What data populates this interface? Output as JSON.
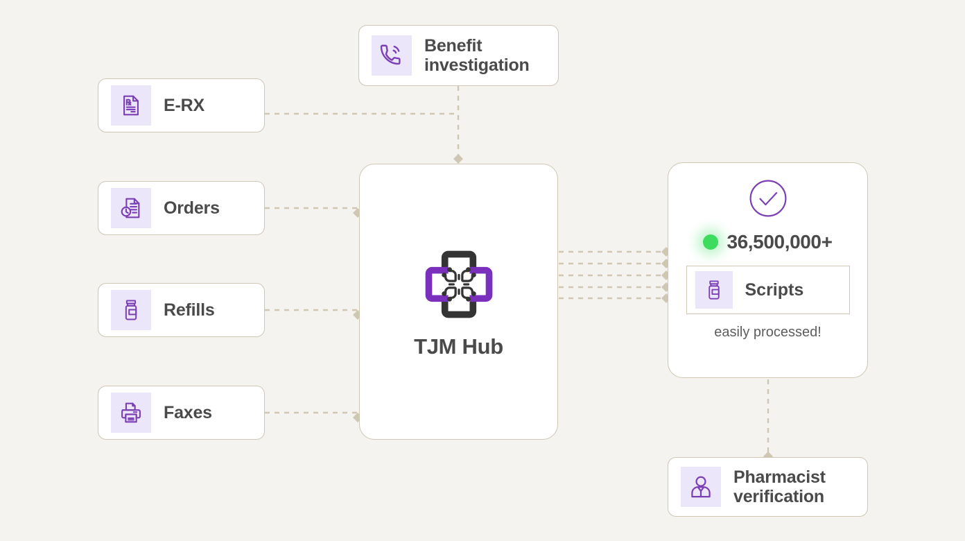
{
  "theme": {
    "background": "#f5f3ef",
    "card_background": "#ffffff",
    "card_border": "#cfc6b4",
    "icon_tile_background": "#ece6fb",
    "icon_stroke": "#7b3fb5",
    "text_primary": "#4a4a4a",
    "text_secondary": "#5d5d5d",
    "connector": "#cfc6b4",
    "accent_green": "#3ddc5f",
    "logo_dark": "#343434",
    "logo_purple": "#7b2fbd"
  },
  "diagram": {
    "type": "flow",
    "title": "TJM Hub script intake and processing flow",
    "inputs": [
      {
        "id": "benefit",
        "label": "Benefit\ninvestigation",
        "icon": "phone-call-icon"
      },
      {
        "id": "erx",
        "label": "E-RX",
        "icon": "prescription-document-icon"
      },
      {
        "id": "orders",
        "label": "Orders",
        "icon": "document-clock-icon"
      },
      {
        "id": "refills",
        "label": "Refills",
        "icon": "pill-bottle-icon"
      },
      {
        "id": "faxes",
        "label": "Faxes",
        "icon": "printer-fax-icon"
      }
    ],
    "hub": {
      "id": "hub",
      "title": "TJM Hub",
      "logo": "medical-cross-circuit-logo"
    },
    "results": {
      "id": "results",
      "status_icon": "check-circle-icon",
      "count": "36,500,000+",
      "status_dot": "green-status-dot",
      "item_label": "Scripts",
      "item_icon": "pill-bottle-icon",
      "note": "easily processed!"
    },
    "output": {
      "id": "pharmacist",
      "label": "Pharmacist\nverification",
      "icon": "pharmacist-person-icon"
    },
    "connectors": [
      {
        "from": "benefit",
        "to": "hub",
        "style": "dashed",
        "endpoint": "diamond"
      },
      {
        "from": "erx",
        "to": "hub",
        "style": "dashed",
        "endpoint": "diamond"
      },
      {
        "from": "orders",
        "to": "hub",
        "style": "dashed",
        "endpoint": "diamond"
      },
      {
        "from": "refills",
        "to": "hub",
        "style": "dashed",
        "endpoint": "diamond"
      },
      {
        "from": "faxes",
        "to": "hub",
        "style": "dashed",
        "endpoint": "diamond"
      },
      {
        "from": "hub",
        "to": "results",
        "style": "dashed",
        "endpoint": "diamond",
        "count": 5
      },
      {
        "from": "results",
        "to": "pharmacist",
        "style": "dashed",
        "endpoint": "diamond"
      }
    ]
  }
}
